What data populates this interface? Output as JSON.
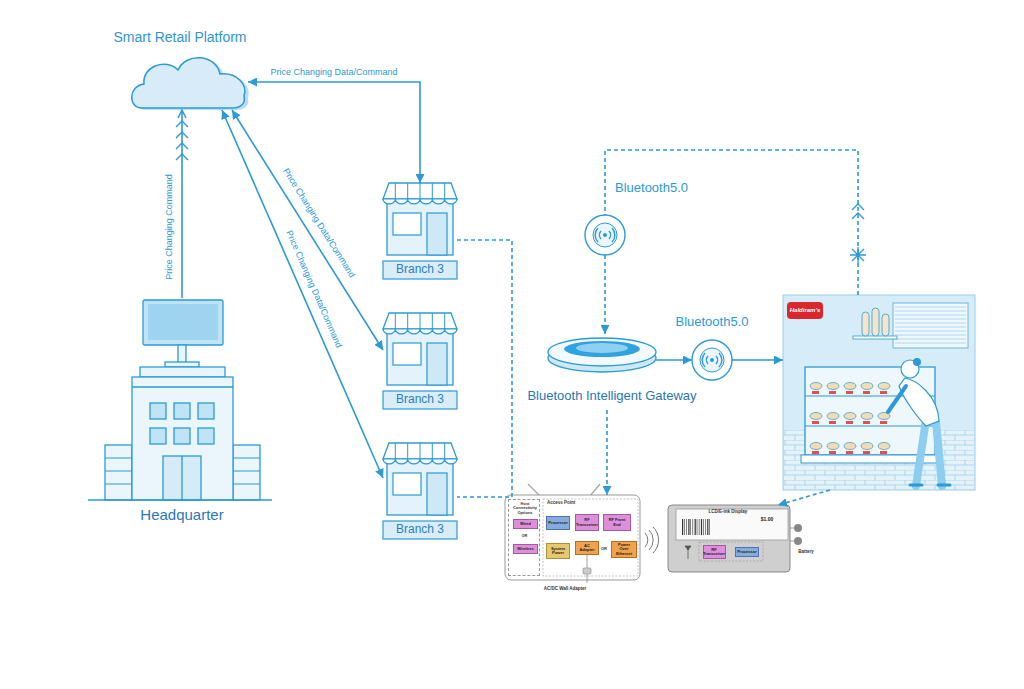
{
  "diagram": {
    "nodes": [
      {
        "text": [
          "Smart Retail Platform"
        ]
      },
      {
        "text": [
          "Headquarter"
        ]
      },
      {
        "text": [
          "Branch 3"
        ]
      },
      {
        "text": [
          "Branch 3"
        ]
      },
      {
        "text": [
          "Branch 3"
        ]
      },
      {
        "text": [
          "Bluetooth5.0"
        ]
      },
      {
        "text": [
          "Bluetooth Intelligent Gateway"
        ]
      },
      {
        "text": [
          "Bluetooth5.0"
        ]
      },
      {
        "text": [
          "Haldiram's"
        ]
      },
      {
        "text": [
          "Access Point"
        ]
      },
      {
        "text": [
          "Host Connectivity Options"
        ],
        "in": 9
      },
      {
        "text": [
          "Wired"
        ],
        "in": 10
      },
      {
        "text": [
          "Wireless"
        ],
        "in": 10
      },
      {
        "text": [
          "Processor"
        ],
        "in": 9
      },
      {
        "text": [
          "RF Transceiver"
        ],
        "in": 9
      },
      {
        "text": [
          "RF Front End"
        ],
        "in": 9
      },
      {
        "text": [
          "System Power"
        ],
        "in": 9
      },
      {
        "text": [
          "AC Adapter"
        ],
        "in": 9
      },
      {
        "text": [
          "Power Over Ethernet"
        ],
        "in": 9
      },
      {
        "text": [
          "LCD/E-ink Display",
          "$1.00"
        ]
      },
      {
        "text": [
          "RF Transceiver"
        ],
        "in": 19
      },
      {
        "text": [
          "Processor"
        ],
        "in": 19
      }
    ],
    "edges": [
      {
        "from": 1,
        "to": 0,
        "label": "Price Changing Command",
        "arrow": "to"
      },
      {
        "from": 2,
        "to": 0,
        "label": "Price Changing Data/Command",
        "arrow": "both"
      },
      {
        "from": 0,
        "to": 3,
        "label": "Price Changing Data/Command",
        "arrow": "both"
      },
      {
        "from": 0,
        "to": 4,
        "label": "Price Changing Data/Command",
        "arrow": "both"
      },
      {
        "from": 2,
        "to": 4,
        "arrow": "none"
      },
      {
        "from": 5,
        "to": 6,
        "arrow": "to"
      },
      {
        "from": 6,
        "to": 7,
        "arrow": "to"
      },
      {
        "from": 7,
        "to": 8,
        "arrow": "to"
      },
      {
        "from": 8,
        "to": 5,
        "arrow": "none"
      },
      {
        "from": 6,
        "to": 9,
        "arrow": "to"
      },
      {
        "from": 8,
        "to": 19,
        "arrow": "to"
      }
    ],
    "labels": [
      "OR",
      "OR",
      "AC/DC Wall Adapter",
      "Battery"
    ]
  }
}
